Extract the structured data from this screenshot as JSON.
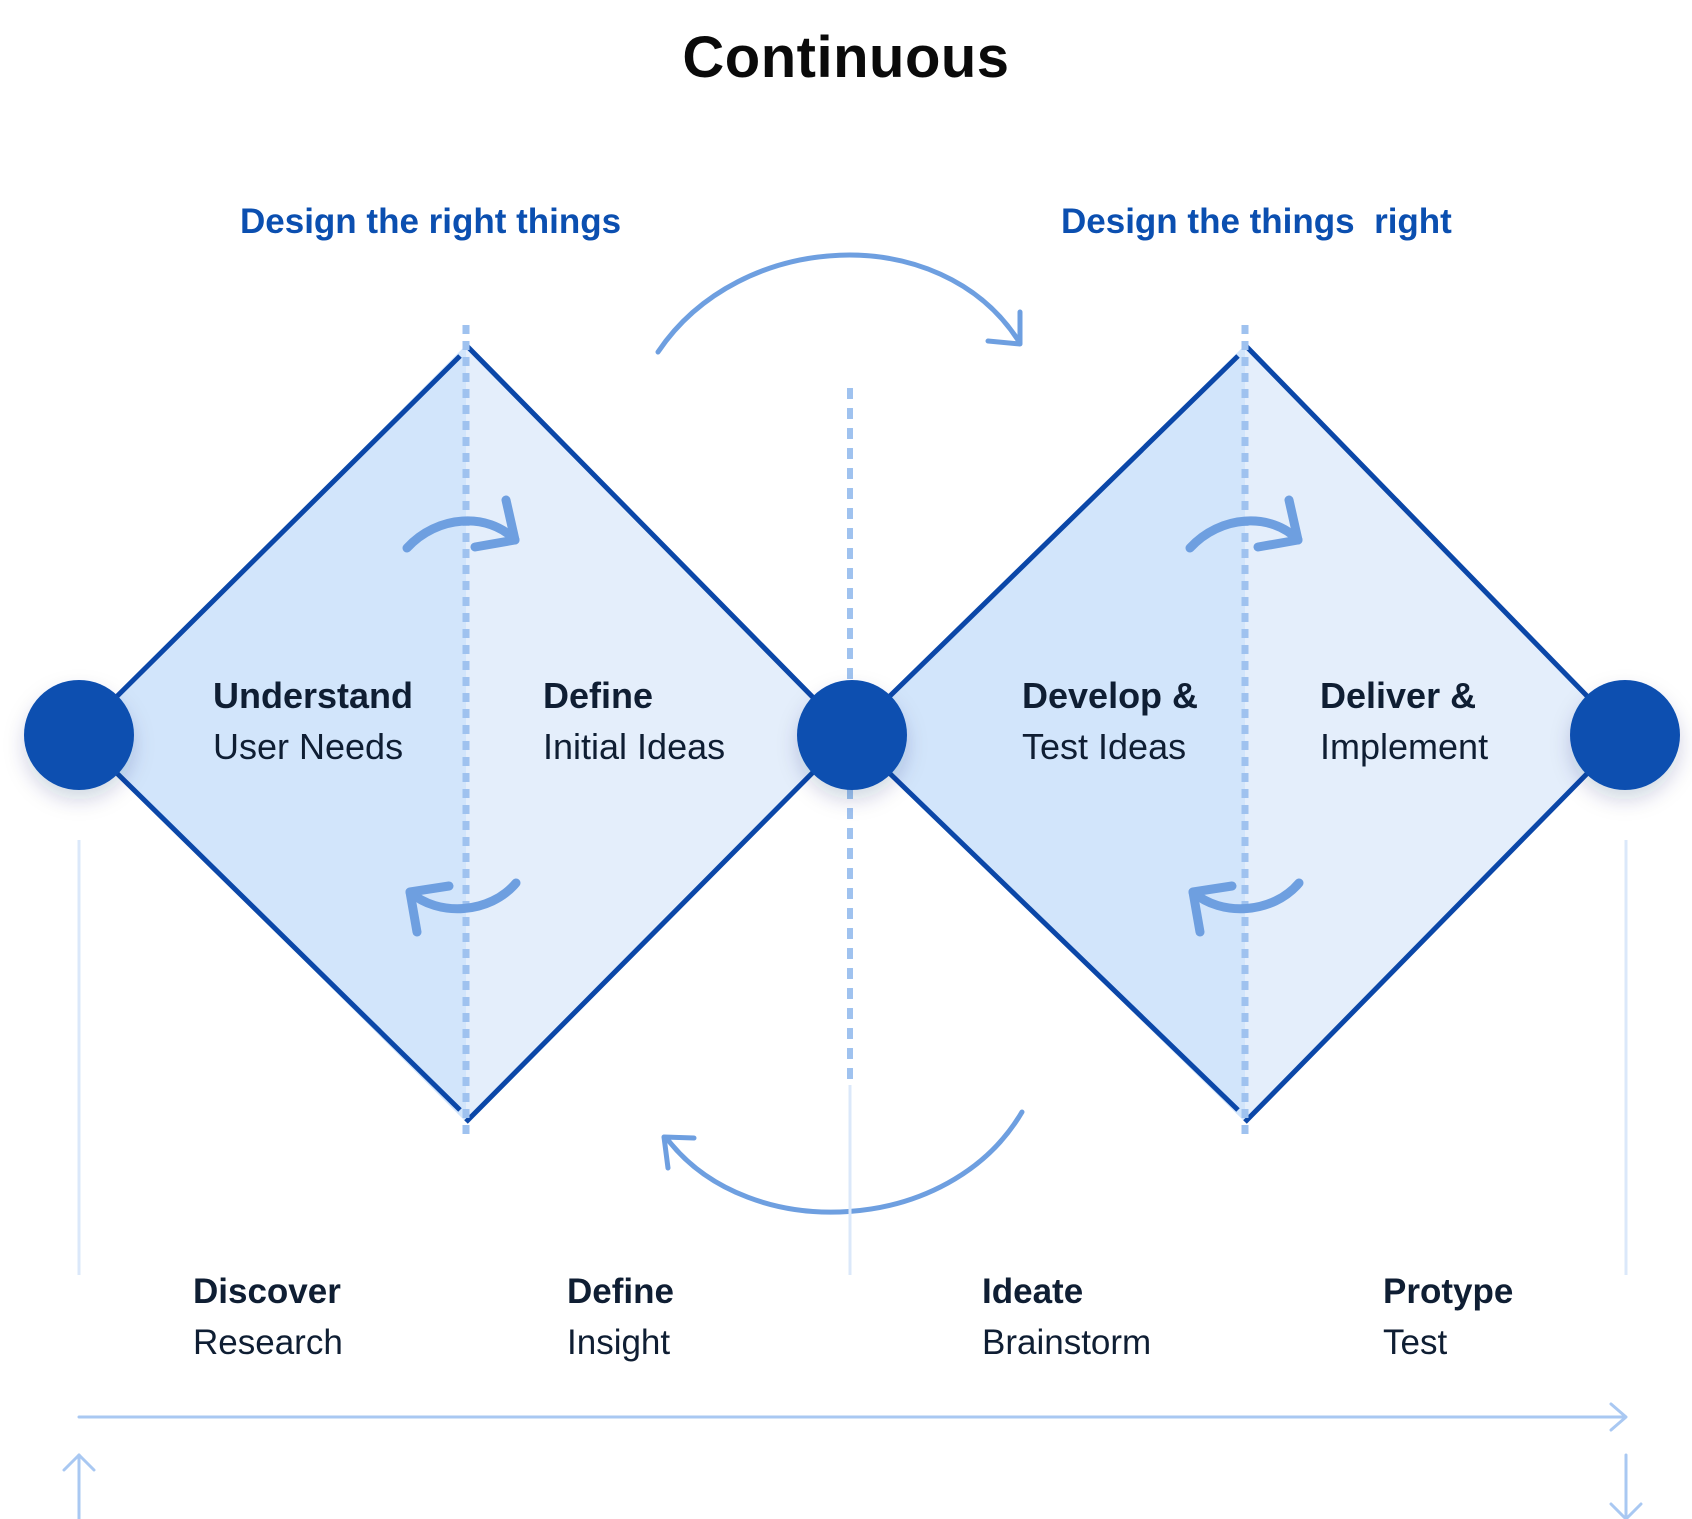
{
  "title": "Continuous",
  "subtitles": {
    "left": "Design the right things",
    "right": "Design the things  right"
  },
  "phases": [
    {
      "line1": "Understand",
      "line2": "User Needs"
    },
    {
      "line1": "Define",
      "line2": "Initial Ideas"
    },
    {
      "line1": "Develop &",
      "line2": "Test Ideas"
    },
    {
      "line1": "Deliver &",
      "line2": "Implement"
    }
  ],
  "stages": [
    {
      "name": "Discover",
      "activity": "Research"
    },
    {
      "name": "Define",
      "activity": "Insight"
    },
    {
      "name": "Ideate",
      "activity": "Brainstorm"
    },
    {
      "name": "Protype",
      "activity": "Test"
    }
  ],
  "colors": {
    "outline": "#0b47a8",
    "node": "#0a4fb0",
    "fill_left": "#d2e5fb",
    "fill_right": "#e4eefb",
    "arrow": "#6e9fe0",
    "dashed": "#9fc2ef",
    "timeline": "#a9c8f2"
  }
}
